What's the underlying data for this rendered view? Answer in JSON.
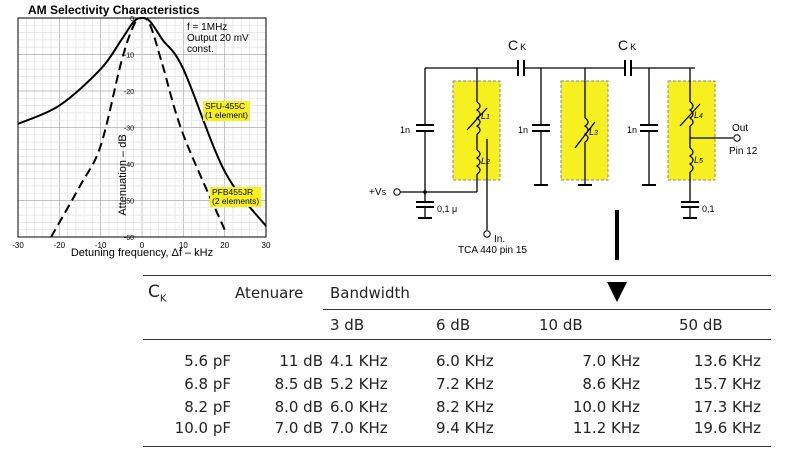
{
  "chart": {
    "title": "AM Selectivity Characteristics",
    "condition_line1": "f = 1MHz",
    "condition_line2": "Output 20 mV",
    "condition_line3": "const.",
    "label_sfu_line1": "SFU-455C",
    "label_sfu_line2": "(1 element)",
    "label_pfb_line1": "PFB455JR",
    "label_pfb_line2": "(2 elements)",
    "ylabel": "Attenuation – dB",
    "xlabel": "Detuning frequency, Δf – kHz"
  },
  "chart_data": {
    "type": "line",
    "title": "AM Selectivity Characteristics",
    "xlabel": "Detuning frequency, Δf – kHz",
    "ylabel": "Attenuation – dB",
    "xlim": [
      -30,
      30
    ],
    "ylim": [
      0,
      -60
    ],
    "x_ticks": [
      "-30",
      "-20",
      "-10",
      "0",
      "10",
      "20",
      "30"
    ],
    "y_ticks": [
      "0",
      "-10",
      "-20",
      "-30",
      "-40",
      "-50",
      "-60"
    ],
    "grid": true,
    "series": [
      {
        "name": "SFU-455C (1 element)",
        "style": "solid",
        "x": [
          -30,
          -20,
          -10,
          -5,
          -2,
          0,
          2,
          5,
          10,
          20,
          30
        ],
        "y": [
          -29,
          -24,
          -14,
          -6,
          -1,
          0,
          -1,
          -6,
          -14,
          -42,
          -57
        ]
      },
      {
        "name": "PFB455JR (2 elements)",
        "style": "dashed",
        "x": [
          -22,
          -15,
          -10,
          -5,
          -2,
          0,
          2,
          5,
          10,
          20
        ],
        "y": [
          -60,
          -46,
          -35,
          -12,
          -2,
          0,
          -2,
          -13,
          -32,
          -58
        ]
      }
    ]
  },
  "schematic": {
    "ck_left": "C",
    "ck_right": "C",
    "ck_sub": "K",
    "cap_1n_a": "1n",
    "cap_1n_b": "1n",
    "cap_1n_c": "1n",
    "coil_l1": "L",
    "coil_l1_sub": "1",
    "coil_l2": "L",
    "coil_l2_sub": "2",
    "coil_l3": "L",
    "coil_l3_sub": "3",
    "coil_l4": "L",
    "coil_l4_sub": "4",
    "coil_l5": "L",
    "coil_l5_sub": "5",
    "vs_label": "+V",
    "vs_sub": "S",
    "cap_01u": "0,1 μ",
    "cap_01": "0,1",
    "in_label": "In.",
    "in_pin": "TCA 440 pin 15",
    "out_label": "Out",
    "out_pin": "Pin 12"
  },
  "table": {
    "h_ck": "C",
    "h_ck_sub": "K",
    "h_atenuare": "Atenuare",
    "h_bandwidth": "Bandwidth",
    "sub_headers": [
      "3 dB",
      "6 dB",
      "10 dB",
      "50 dB"
    ],
    "rows": [
      [
        "5.6 pF",
        "11 dB",
        "4.1 KHz",
        "6.0 KHz",
        "7.0 KHz",
        "13.6 KHz"
      ],
      [
        "6.8 pF",
        "8.5 dB",
        "5.2 KHz",
        "7.2 KHz",
        "8.6 KHz",
        "15.7 KHz"
      ],
      [
        "8.2 pF",
        "8.0 dB",
        "6.0 KHz",
        "8.2 KHz",
        "10.0 KHz",
        "17.3 KHz"
      ],
      [
        "10.0 pF",
        "7.0 dB",
        "7.0 KHz",
        "9.4 KHz",
        "11.2 KHz",
        "19.6 KHz"
      ]
    ]
  },
  "colors": {
    "highlight": "#f7f020",
    "ink": "#000000"
  }
}
